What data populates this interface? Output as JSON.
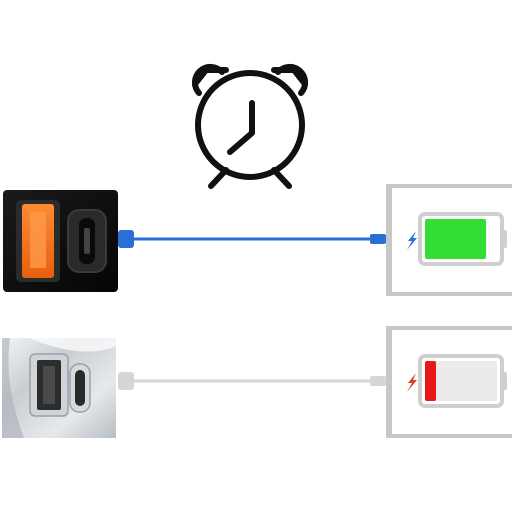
{
  "alarm_clock": {
    "icon": "alarm-clock-icon",
    "color": "#111111"
  },
  "rows": [
    {
      "charger": {
        "icon": "fast-charger-icon",
        "style": "black car charger",
        "ports": [
          "usb-a-orange",
          "usb-c"
        ]
      },
      "cable": {
        "color": "#2a6fd6"
      },
      "phone": {
        "battery": {
          "level": 0.85,
          "fill_color": "#33dd33",
          "charging_icon": "lightning-icon",
          "bolt_color": "#2a6fd6"
        }
      }
    },
    {
      "charger": {
        "icon": "standard-charger-icon",
        "style": "silver car charger",
        "ports": [
          "usb-a-black",
          "usb-c"
        ]
      },
      "cable": {
        "color": "#d6d6d6"
      },
      "phone": {
        "battery": {
          "level": 0.15,
          "fill_color": "#e81818",
          "charging_icon": "lightning-icon",
          "bolt_color": "#e04020"
        }
      }
    }
  ]
}
